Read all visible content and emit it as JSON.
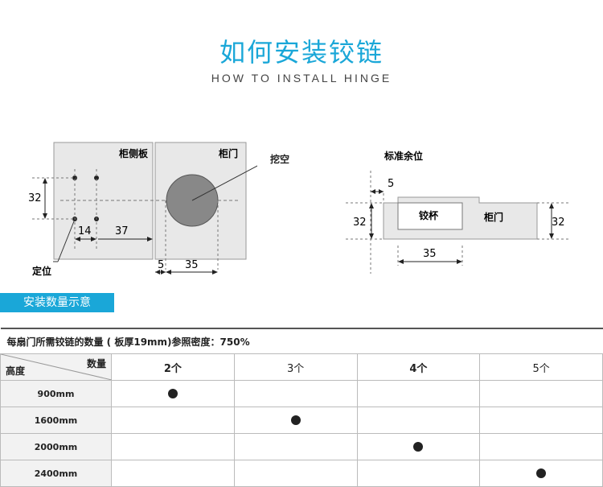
{
  "header": {
    "title": "如何安装铰链",
    "subtitle": "HOW TO INSTALL HINGE"
  },
  "left_diagram": {
    "side_panel_label": "柜侧板",
    "door_label": "柜门",
    "cutout_label": "挖空",
    "position_label": "定位",
    "dim_32": "32",
    "dim_14": "14",
    "dim_37": "37",
    "dim_5": "5",
    "dim_35": "35"
  },
  "right_diagram": {
    "margin_label": "标准余位",
    "cup_label": "铰杯",
    "door_label": "柜门",
    "dim_5": "5",
    "dim_32_left": "32",
    "dim_32_right": "32",
    "dim_35": "35"
  },
  "banner": {
    "label": "安装数量示意"
  },
  "table": {
    "caption": "每扇门所需铰链的数量 ( 板厚19mm)参照密度：750%",
    "qty_header": "数量",
    "height_header": "高度",
    "columns": [
      "2个",
      "3个",
      "4个",
      "5个"
    ],
    "rows": [
      {
        "height": "900mm",
        "qty_index": 0
      },
      {
        "height": "1600mm",
        "qty_index": 1
      },
      {
        "height": "2000mm",
        "qty_index": 2
      },
      {
        "height": "2400mm",
        "qty_index": 3
      }
    ]
  }
}
